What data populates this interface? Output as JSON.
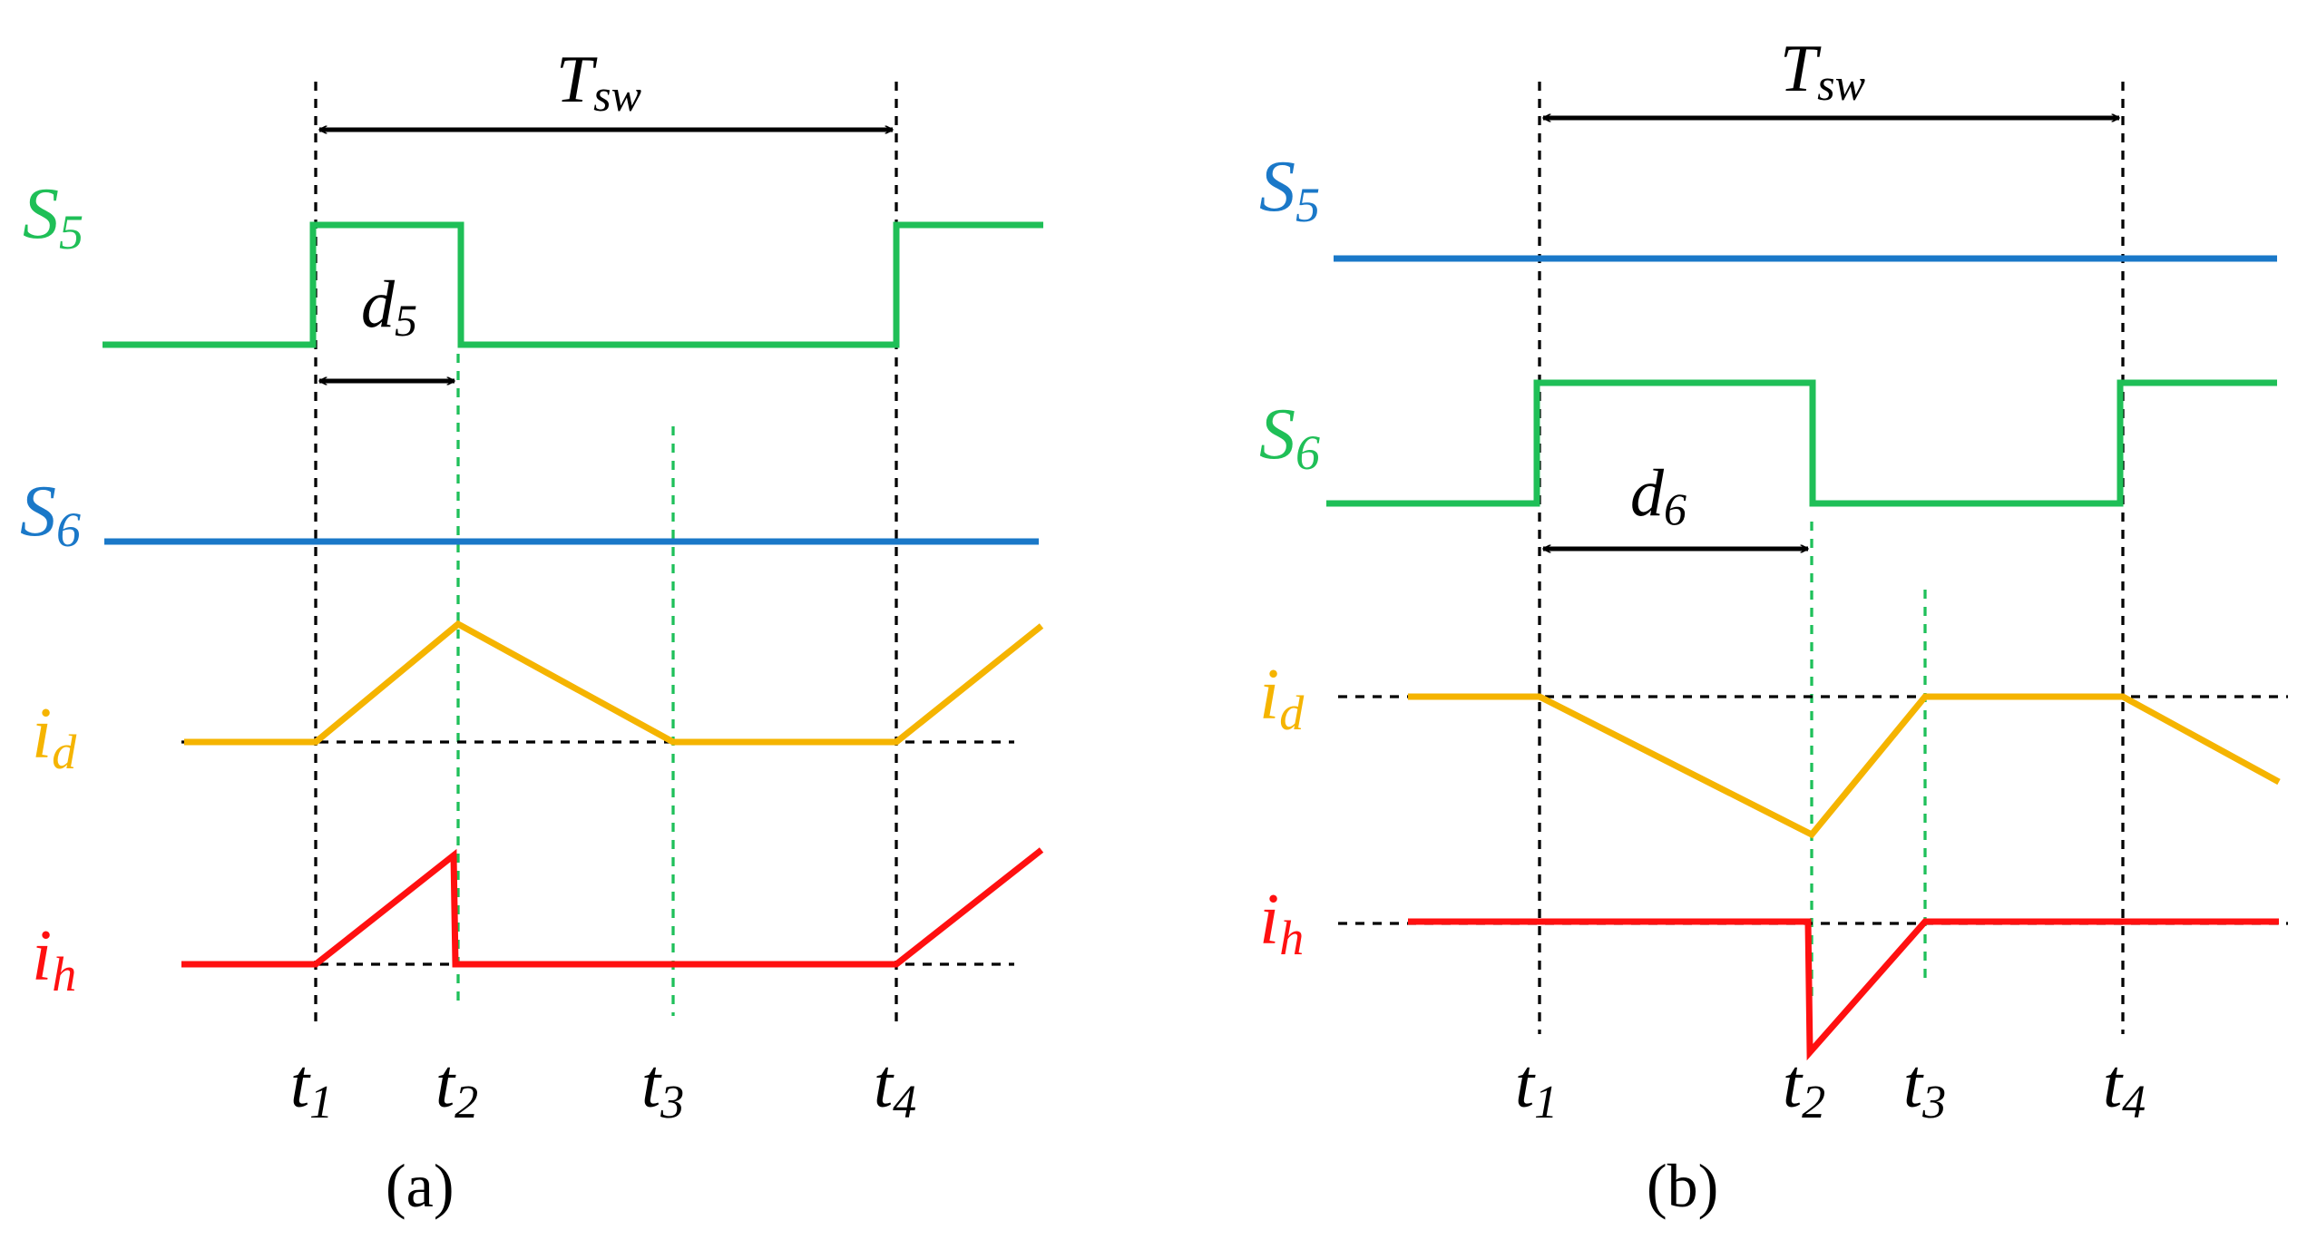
{
  "colors": {
    "green": "#1fbf57",
    "blue": "#1a78c8",
    "orange": "#f5b400",
    "red": "#ff1010",
    "dash_green": "#1fc05a",
    "black": "#000000"
  },
  "panel_a": {
    "period_label": {
      "main": "T",
      "sub": "sw"
    },
    "s5": {
      "main": "S",
      "sub": "5"
    },
    "s6": {
      "main": "S",
      "sub": "6"
    },
    "duty": {
      "main": "d",
      "sub": "5"
    },
    "id": {
      "main": "i",
      "sub": "d"
    },
    "ih": {
      "main": "i",
      "sub": "h"
    },
    "times": [
      {
        "main": "t",
        "sub": "1"
      },
      {
        "main": "t",
        "sub": "2"
      },
      {
        "main": "t",
        "sub": "3"
      },
      {
        "main": "t",
        "sub": "4"
      }
    ],
    "caption": "(a)"
  },
  "panel_b": {
    "period_label": {
      "main": "T",
      "sub": "sw"
    },
    "s5": {
      "main": "S",
      "sub": "5"
    },
    "s6": {
      "main": "S",
      "sub": "6"
    },
    "duty": {
      "main": "d",
      "sub": "6"
    },
    "id": {
      "main": "i",
      "sub": "d"
    },
    "ih": {
      "main": "i",
      "sub": "h"
    },
    "times": [
      {
        "main": "t",
        "sub": "1"
      },
      {
        "main": "t",
        "sub": "2"
      },
      {
        "main": "t",
        "sub": "3"
      },
      {
        "main": "t",
        "sub": "4"
      }
    ],
    "caption": "(b)"
  }
}
